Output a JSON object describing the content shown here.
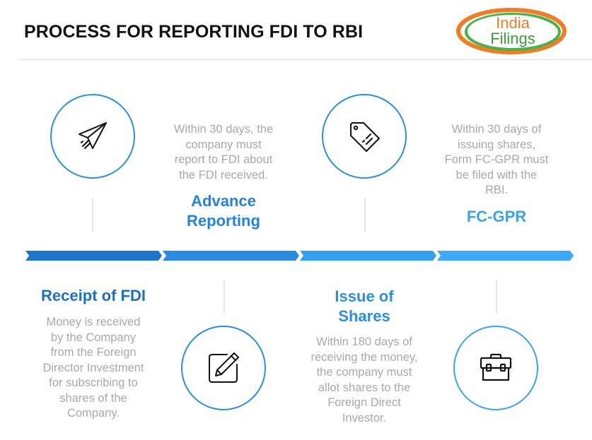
{
  "header": {
    "title": "PROCESS FOR REPORTING FDI TO RBI",
    "logo": {
      "line1": "India",
      "line2": "Filings"
    }
  },
  "colors": {
    "step1": "#1f75c9",
    "step2": "#2a8ae0",
    "step3": "#349eef",
    "step4": "#3caaf8",
    "logo_orange": "#ee7d2a",
    "logo_green": "#3a9e3a",
    "description_gray": "#a9a9a9"
  },
  "steps": [
    {
      "heading": "Receipt of FDI",
      "heading_lines": [
        "Receipt of FDI"
      ],
      "description_lines": [
        "Money is received",
        "by the Company",
        "from the Foreign",
        "Director Investment",
        "for subscribing to",
        "shares of the",
        "Company."
      ],
      "icon": "paper-plane-icon"
    },
    {
      "heading": "Advance Reporting",
      "heading_lines": [
        "Advance",
        "Reporting"
      ],
      "description_lines": [
        "Within 30 days, the",
        "company must",
        "report to FDI about",
        "the FDI received."
      ],
      "icon": "edit-pencil-icon"
    },
    {
      "heading": "Issue of Shares",
      "heading_lines": [
        "Issue of",
        "Shares"
      ],
      "description_lines": [
        "Within 180 days of",
        "receiving the money,",
        "the company must",
        "allot shares to the",
        "Foreign Direct",
        "Investor."
      ],
      "icon": "price-tag-icon"
    },
    {
      "heading": "FC-GPR",
      "heading_lines": [
        "FC-GPR"
      ],
      "description_lines": [
        "Within 30 days of",
        "issuing shares,",
        "Form FC-GPR must",
        "be filed with the",
        "RBI."
      ],
      "icon": "briefcase-icon"
    }
  ]
}
